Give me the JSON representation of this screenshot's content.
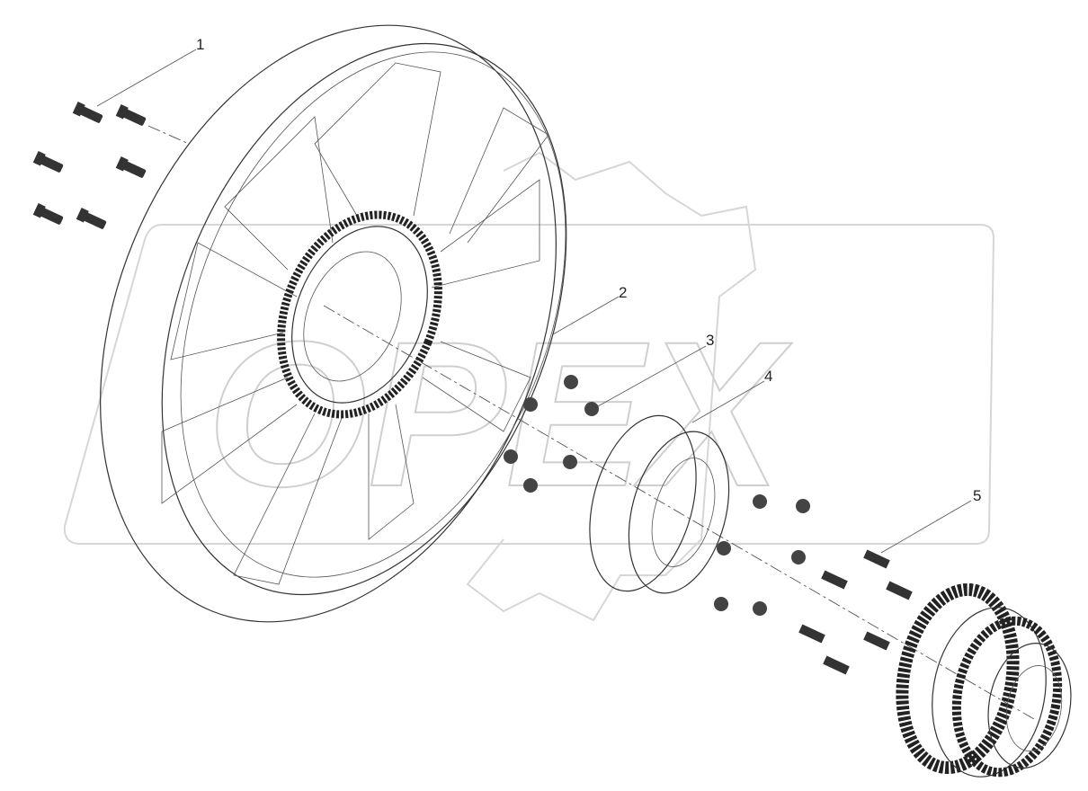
{
  "diagram": {
    "watermark": "OPEX",
    "callouts": [
      {
        "number": "1",
        "part": "bolt"
      },
      {
        "number": "2",
        "part": "fan"
      },
      {
        "number": "3",
        "part": "nut"
      },
      {
        "number": "4",
        "part": "spacer"
      },
      {
        "number": "5",
        "part": "stud"
      }
    ]
  }
}
